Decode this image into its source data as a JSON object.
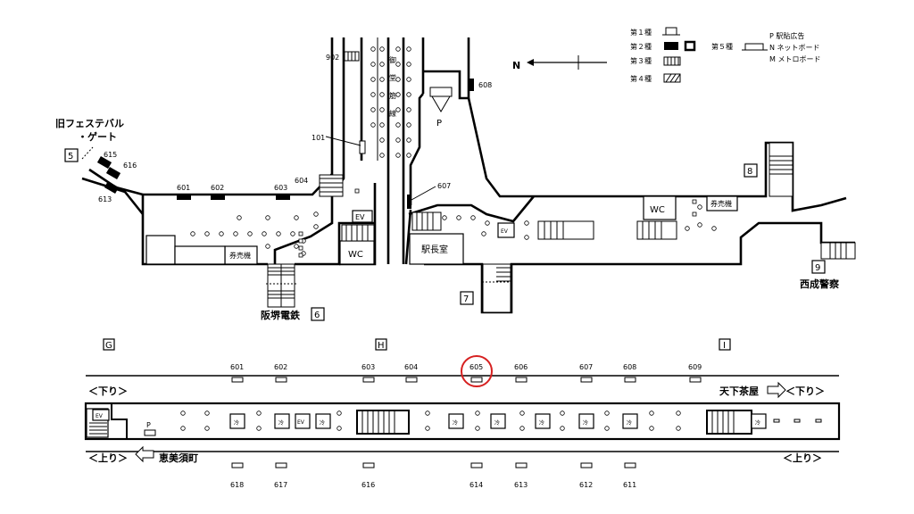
{
  "legend": {
    "type1": "第１種",
    "type2": "第２種",
    "type3": "第３種",
    "type4": "第４種",
    "type5": "第５種",
    "p": "P 駅貼広告",
    "n": "N ネットボード",
    "m": "M メトロボード"
  },
  "compass": "N",
  "upper_map": {
    "exits": [
      {
        "number": "5",
        "name_line1": "旧フェステバル",
        "name_line2": "・ゲート"
      },
      {
        "number": "6",
        "name": "阪堺電鉄"
      },
      {
        "number": "7"
      },
      {
        "number": "8"
      },
      {
        "number": "9",
        "name": "西成警察"
      }
    ],
    "corridor": [
      "御",
      "堂",
      "筋",
      "線"
    ],
    "rooms": {
      "ticket_machine_1": "券売機",
      "ticket_machine_2": "券売機",
      "wc_1": "WC",
      "wc_2": "WC",
      "ev_1": "EV",
      "ev_2": "EV",
      "station_master": "駅長室",
      "p_mark": "P"
    },
    "ad_ids": [
      "902",
      "101",
      "615",
      "616",
      "613",
      "601",
      "602",
      "603",
      "604",
      "607",
      "608"
    ]
  },
  "lower_map": {
    "sections": [
      "G",
      "H",
      "I"
    ],
    "top_ads": [
      "601",
      "602",
      "603",
      "604",
      "605",
      "606",
      "607",
      "608",
      "609"
    ],
    "bottom_ads": [
      "618",
      "617",
      "616",
      "614",
      "613",
      "612",
      "611"
    ],
    "highlighted": "605",
    "track_down_left": "＜下り＞",
    "track_down_right": "＜下り＞",
    "track_up_left": "＜上り＞",
    "track_up_right": "＜上り＞",
    "direction_north": "天下茶屋",
    "direction_south": "恵美須町",
    "ev": "EV",
    "ev2": "EV",
    "p_mark": "P",
    "cool_label": "冷"
  }
}
